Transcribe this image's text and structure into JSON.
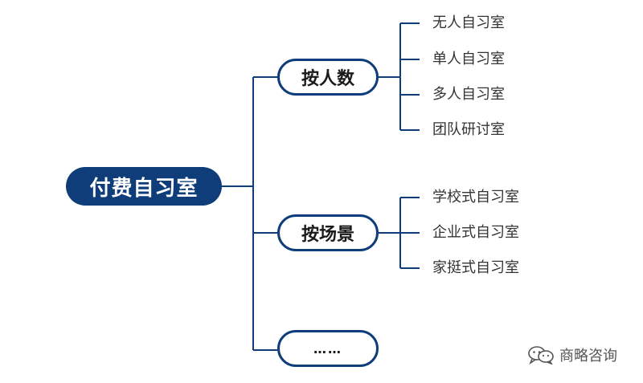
{
  "root": {
    "label": "付费自习室"
  },
  "branches": [
    {
      "label": "按人数",
      "children": [
        "无人自习室",
        "单人自习室",
        "多人自习室",
        "团队研讨室"
      ]
    },
    {
      "label": "按场景",
      "children": [
        "学校式自习室",
        "企业式自习室",
        "家挺式自习室"
      ]
    },
    {
      "label": "……",
      "children": []
    }
  ],
  "watermark": {
    "text": "商略咨询",
    "icon": "wechat-icon"
  },
  "colors": {
    "accent": "#0f3d7a",
    "line": "#0f3d7a",
    "text": "#333333"
  }
}
